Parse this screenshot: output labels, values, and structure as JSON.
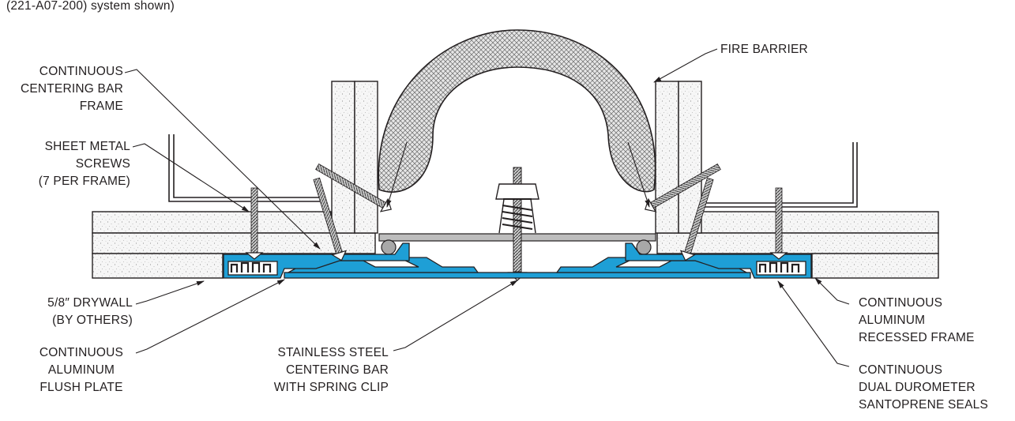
{
  "caption": "(221-A07-200) system shown)",
  "labels": {
    "fire_barrier": [
      "FIRE BARRIER"
    ],
    "centering_bar_frame": [
      "CONTINUOUS",
      "CENTERING BAR",
      "FRAME"
    ],
    "sheet_metal_screws": [
      "SHEET METAL",
      "SCREWS",
      "(7 PER FRAME)"
    ],
    "drywall": [
      "5/8″ DRYWALL",
      "(BY OTHERS)"
    ],
    "flush_plate": [
      "CONTINUOUS",
      "ALUMINUM",
      "FLUSH PLATE"
    ],
    "centering_bar_spring": [
      "STAINLESS STEEL",
      "CENTERING BAR",
      "WITH SPRING CLIP"
    ],
    "recessed_frame": [
      "CONTINUOUS",
      "ALUMINUM",
      "RECESSED FRAME"
    ],
    "seals": [
      "CONTINUOUS",
      "DUAL DUROMETER",
      "SANTOPRENE SEALS"
    ]
  },
  "colors": {
    "aluminum": "#1e9fd6",
    "line": "#231f20",
    "drywall": "#f4f4f4",
    "steel": "#9a9a9a"
  }
}
